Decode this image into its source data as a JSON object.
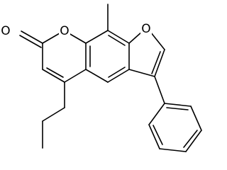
{
  "atoms": [
    {
      "name": "carbonyl-oxygen",
      "label": "O"
    },
    {
      "name": "pyranone-ring-oxygen",
      "label": "O"
    },
    {
      "name": "furan-ring-oxygen",
      "label": "O"
    }
  ],
  "colors": {
    "bond": "#000000",
    "background": "#ffffff"
  }
}
